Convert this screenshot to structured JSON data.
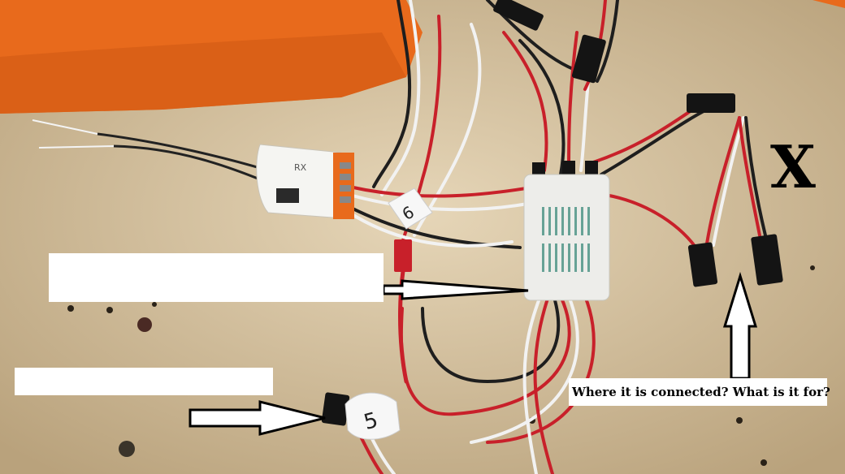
{
  "annotations": {
    "x_mark": "X",
    "question": "Where it is connected? What is it for?"
  },
  "tags": {
    "tag_6": "6",
    "tag_5": "5"
  },
  "receiver": {
    "label": "RX"
  },
  "colors": {
    "board": "#d8c6a6",
    "wing": "#e86a1c",
    "wire_red": "#c8202a",
    "wire_black": "#1e1e1e",
    "wire_white": "#f2f2f2"
  }
}
